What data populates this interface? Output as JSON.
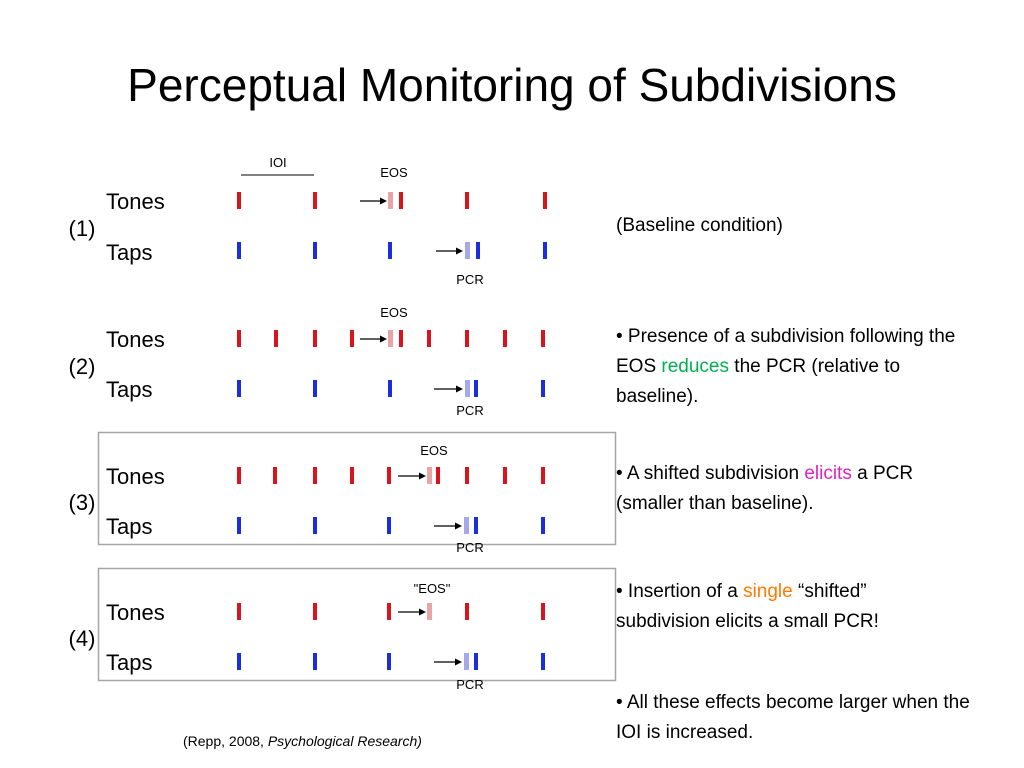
{
  "title": "Perceptual Monitoring of Subdivisions",
  "colors": {
    "tone": "#d8141d",
    "tap": "#1a2ee0",
    "eos": "#e8a4a6",
    "pcr": "#a6a8ec",
    "frame": "#a6a6a6",
    "accent_green": "#00b050",
    "accent_magenta": "#e020c0",
    "accent_orange": "#ff7a00"
  },
  "labels": {
    "tones": "Tones",
    "taps": "Taps",
    "ioi": "IOI",
    "eos": "EOS",
    "eos_quoted": "\"EOS\"",
    "pcr": "PCR",
    "conditions": [
      "(1)",
      "(2)",
      "(3)",
      "(4)"
    ]
  },
  "notes": {
    "n1": "(Baseline condition)",
    "n2_pre": "• Presence of a subdivision following the EOS ",
    "n2_hl": "reduces",
    "n2_post": " the PCR (relative to baseline).",
    "n3_pre": "• A shifted subdivision ",
    "n3_hl": "elicits",
    "n3_post": " a PCR (smaller than baseline).",
    "n4_pre": "• Insertion of a ",
    "n4_hl": "single",
    "n4_post": " “shifted” subdivision elicits a small PCR!",
    "n5": "• All these effects become larger when the IOI is increased."
  },
  "citation": {
    "pre": "(Repp, 2008, ",
    "journal": "Psychological Research)"
  }
}
